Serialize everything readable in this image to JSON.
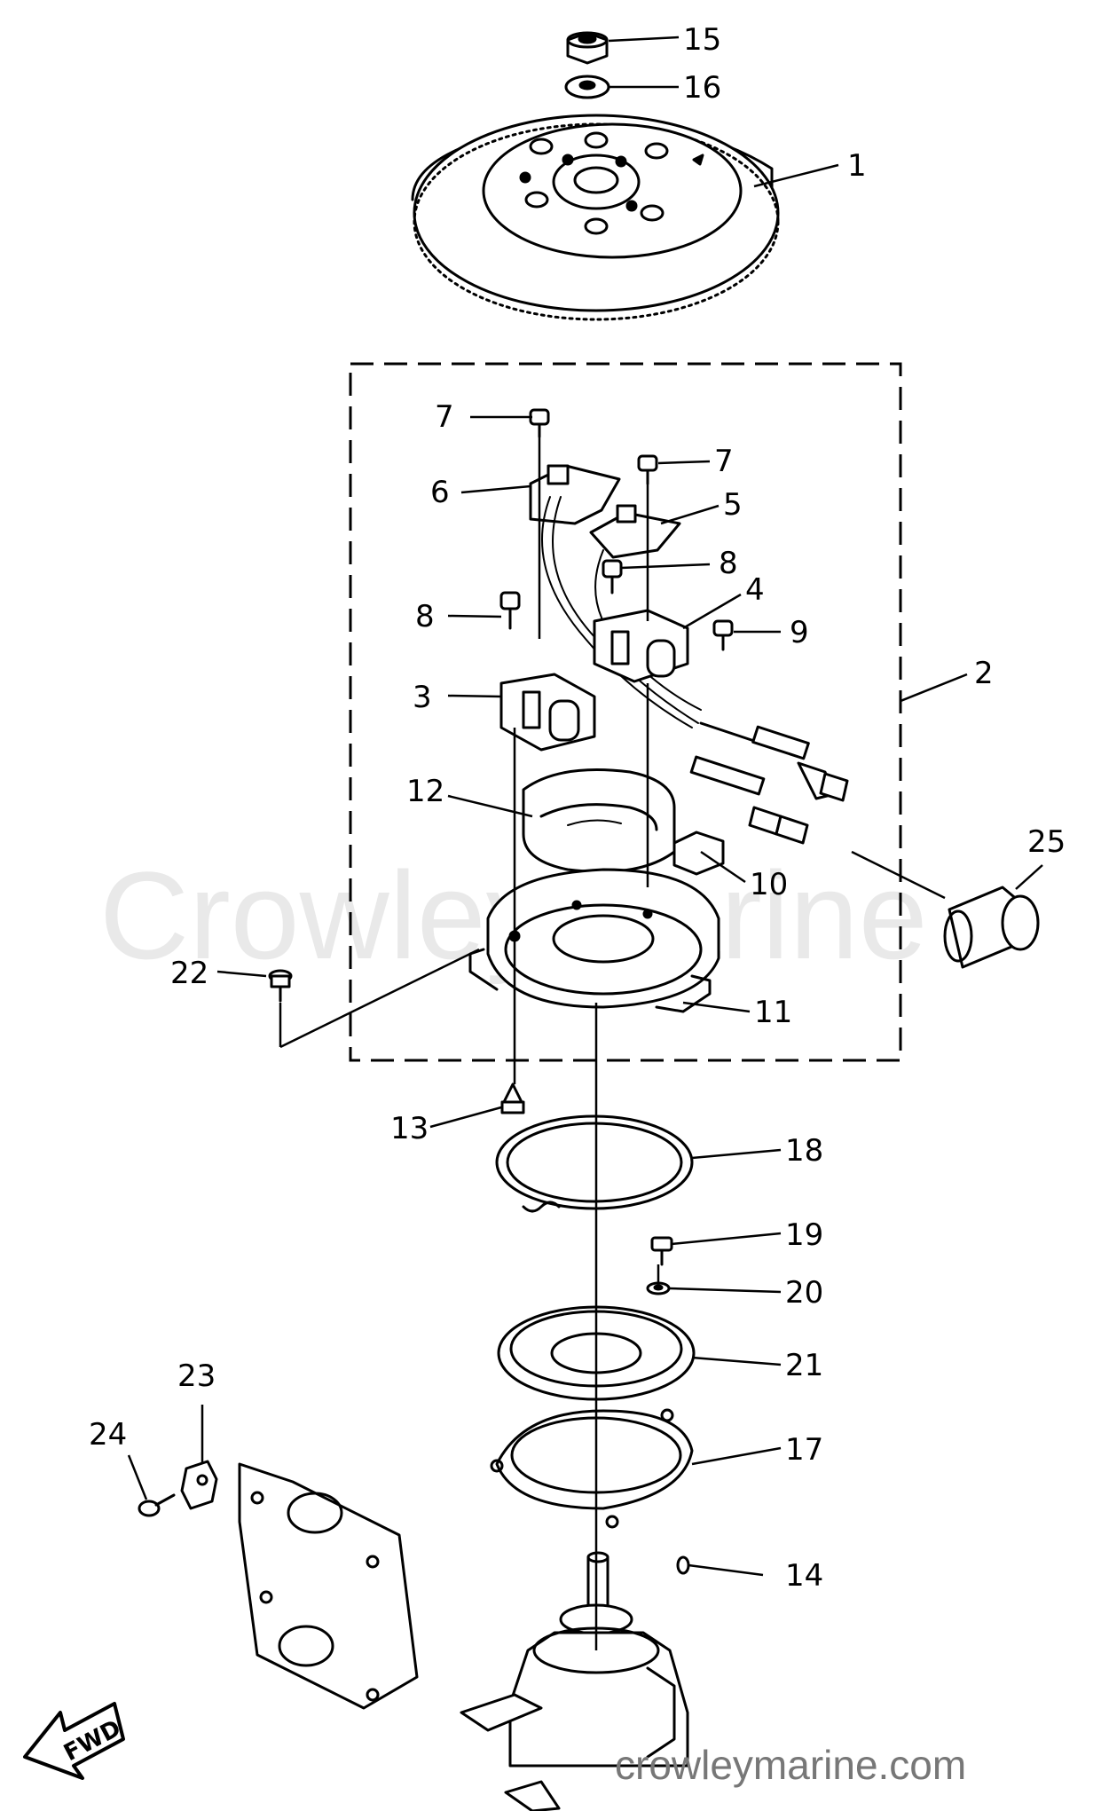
{
  "callouts": {
    "c1": "1",
    "c2": "2",
    "c3": "3",
    "c4": "4",
    "c5": "5",
    "c6": "6",
    "c7a": "7",
    "c7b": "7",
    "c8a": "8",
    "c8b": "8",
    "c9": "9",
    "c10": "10",
    "c11": "11",
    "c12": "12",
    "c13": "13",
    "c14": "14",
    "c15": "15",
    "c16": "16",
    "c17": "17",
    "c18": "18",
    "c19": "19",
    "c20": "20",
    "c21": "21",
    "c22": "22",
    "c23": "23",
    "c24": "24",
    "c25": "25"
  },
  "watermark": "CrowleyMarine",
  "site_text": "crowleymarine.com",
  "fwd_label": "FWD"
}
